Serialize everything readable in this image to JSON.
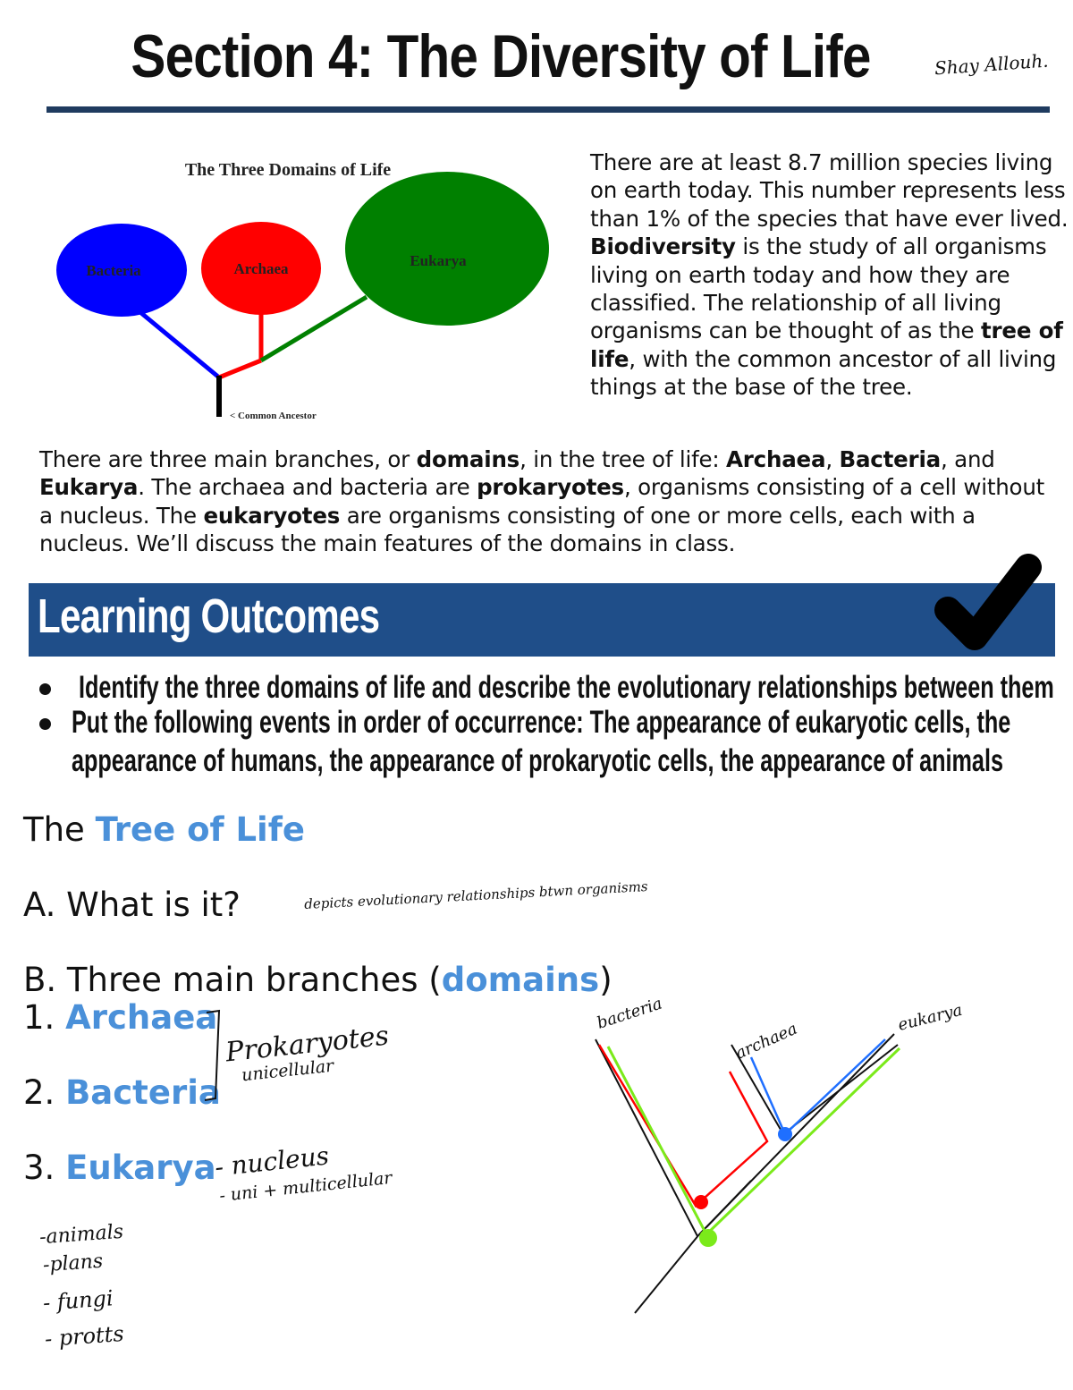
{
  "header": {
    "title": "Section 4: The Diversity of Life",
    "signature": "Shay Allouh."
  },
  "diagram": {
    "title": "The Three Domains of Life",
    "bacteria": "Bacteria",
    "archaea": "Archaea",
    "eukarya": "Eukarya",
    "ancestor": "< Common Ancestor",
    "colors": {
      "bacteria": "#0000ff",
      "archaea": "#ff0000",
      "eukarya": "#008000"
    }
  },
  "intro": {
    "p1": "There are at least 8.7 million species living on earth today. This number represents less than 1% of the species that have ever lived. ",
    "b1": "Biodiversity",
    "p2": " is the study of all organisms living on earth today and how they are classified. The relationship of all living organisms can be thought of as the ",
    "b2": "tree of life",
    "p3": ", with the common ancestor of all living things at the base of the tree."
  },
  "branches": {
    "p1": "There are three main branches, or ",
    "b1": "domains",
    "p2": ", in the tree of life: ",
    "b2": "Archaea",
    "p3": ", ",
    "b3": "Bacteria",
    "p4": ", and ",
    "b4": "Eukarya",
    "p5": ". The archaea and bacteria are ",
    "b5": "prokaryotes",
    "p6": ", organisms consisting of a cell without a nucleus. The ",
    "b6": "eukaryotes",
    "p7": " are organisms consisting of one or more cells, each with a nucleus. We’ll discuss the main features of the domains in class."
  },
  "outcomes": {
    "heading": "Learning Outcomes",
    "item1": "Identify the three domains of life and describe the evolutionary relationships between them",
    "item2_line1": "Put the following events in order of occurrence: The appearance of eukaryotic cells, the",
    "item2_line2": "appearance of humans, the appearance of prokaryotic cells, the appearance of animals",
    "banner_color": "#1f4e89"
  },
  "tree": {
    "heading_prefix": "The ",
    "heading_highlight": "Tree of Life",
    "q_a": "A. What is it?",
    "q_b_prefix": "B. Three main branches (",
    "q_b_highlight": "domains",
    "q_b_suffix": ")",
    "item1_num": "1. ",
    "item1": "Archaea",
    "item2_num": "2. ",
    "item2": "Bacteria",
    "item3_num": "3. ",
    "item3": "Eukarya",
    "accent_color": "#4a90d9"
  },
  "handwriting": {
    "what_is_it": "depicts evolutionary relationships btwn organisms",
    "prokaryotes": "Prokaryotes",
    "unicellular": "unicellular",
    "nucleus": "- nucleus",
    "uni_multi": "- uni + multicellular",
    "list": [
      "-animals",
      "-plans",
      "- fungi",
      "- protts"
    ],
    "sketch_bacteria": "bacteria",
    "sketch_archaea": "archaea",
    "sketch_eukarya": "eukarya"
  }
}
